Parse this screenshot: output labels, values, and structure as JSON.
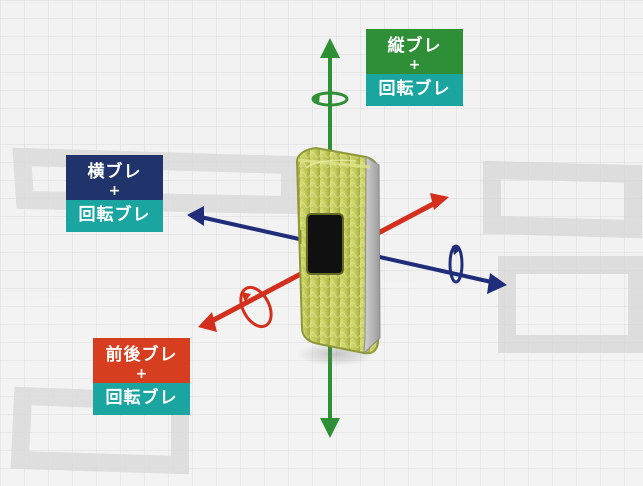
{
  "labels": {
    "vertical": {
      "title": "縦ブレ",
      "plus": "+",
      "rotation": "回転ブレ"
    },
    "horizontal": {
      "title": "横ブレ",
      "plus": "+",
      "rotation": "回転ブレ"
    },
    "front_back": {
      "title": "前後ブレ",
      "plus": "+",
      "rotation": "回転ブレ"
    }
  },
  "colors": {
    "green_axis": "#2e8f35",
    "blue_axis": "#1f2d7a",
    "red_axis": "#d32f1c",
    "teal_box": "#1aa5a0",
    "phone_body": "#c7cf67"
  },
  "icons": {
    "vertical_axis": "vertical-arrow-icon",
    "horizontal_axis": "horizontal-arrow-icon",
    "front_back_axis": "front-back-arrow-icon",
    "rotation": "rotation-arrow-icon",
    "device": "flip-phone-icon"
  }
}
